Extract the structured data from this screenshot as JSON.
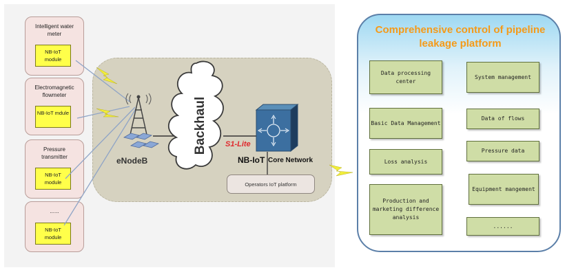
{
  "devices": [
    {
      "label": "Intelligent water meter",
      "module": "NB-IoT module"
    },
    {
      "label": "Electromagnetic flowmeter",
      "module": "NB-IoT mdule"
    },
    {
      "label": "Pressure transmitter",
      "module": "NB-IoT module"
    },
    {
      "label": "......",
      "module": "NB-IoT module"
    }
  ],
  "network": {
    "enodeb": "eNodeB",
    "backhaul": "Backhaul",
    "s1": "S1-Lite",
    "nbiot": "NB-IoT",
    "core": "Core Network",
    "operators": "Operators IoT platform"
  },
  "platform": {
    "title": "Comprehensive control of pipeline leakage platform",
    "items": [
      "Data processing center",
      "System management",
      "Basic Data Management",
      "Data of flows",
      "Pressure data",
      "Loss analysis",
      "Equipment mangement",
      "Production and marketing difference analysis",
      "......"
    ]
  },
  "colors": {
    "module_fill": "#ffff4a",
    "device_fill": "#f5e3e1",
    "platform_border": "#5b7fa8",
    "title_orange": "#f59a18",
    "box_green": "#cfdda6",
    "s1_red": "#e0282c",
    "lightning": "#f2ee3a"
  }
}
